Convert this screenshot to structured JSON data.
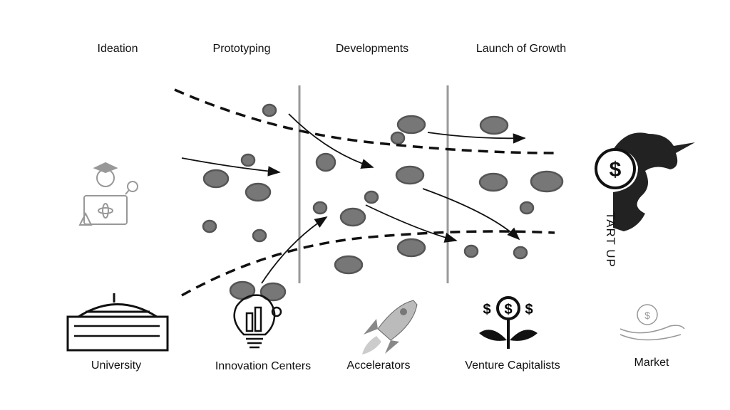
{
  "stages": [
    {
      "label": "Ideation"
    },
    {
      "label": "Prototyping"
    },
    {
      "label": "Developments"
    },
    {
      "label": "Launch of Growth"
    }
  ],
  "actors": [
    {
      "label": "University",
      "icon": "university-icon"
    },
    {
      "label": "Innovation Centers",
      "icon": "lightbulb-city-icon"
    },
    {
      "label": "Accelerators",
      "icon": "rocket-icon"
    },
    {
      "label": "Venture Capitalists",
      "icon": "money-plant-icon"
    },
    {
      "label": "Market",
      "icon": "hand-gear-dollar-icon"
    }
  ],
  "startup_logo": {
    "text": "TART UP",
    "icon": "unicorn-dollar-icon"
  },
  "researcher_icon": "researcher-laptop-icon"
}
